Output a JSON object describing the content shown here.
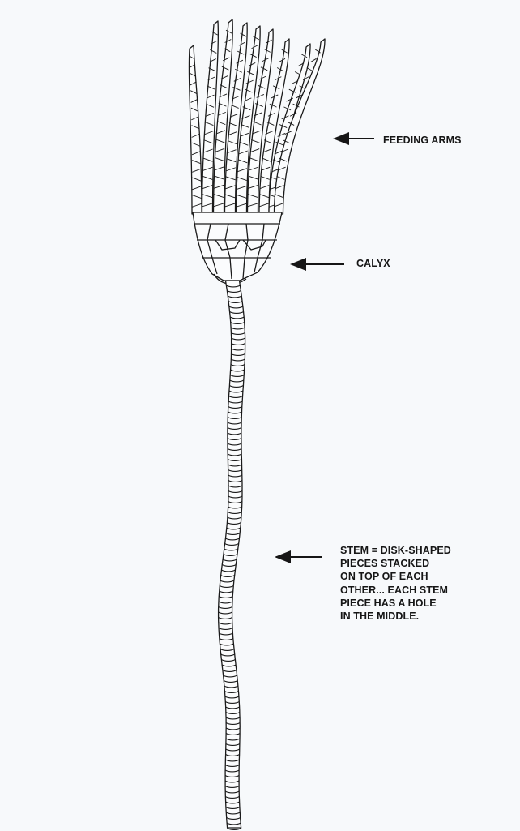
{
  "labels": {
    "feeding_arms": "FEEDING ARMS",
    "calyx": "CALYX",
    "stem_lines": [
      "STEM = DISK-SHAPED",
      "PIECES STACKED",
      "ON TOP OF EACH",
      "OTHER... EACH STEM",
      "PIECE HAS A HOLE",
      "IN THE MIDDLE."
    ]
  },
  "colors": {
    "background": "#f7f9fb",
    "ink": "#161616"
  }
}
